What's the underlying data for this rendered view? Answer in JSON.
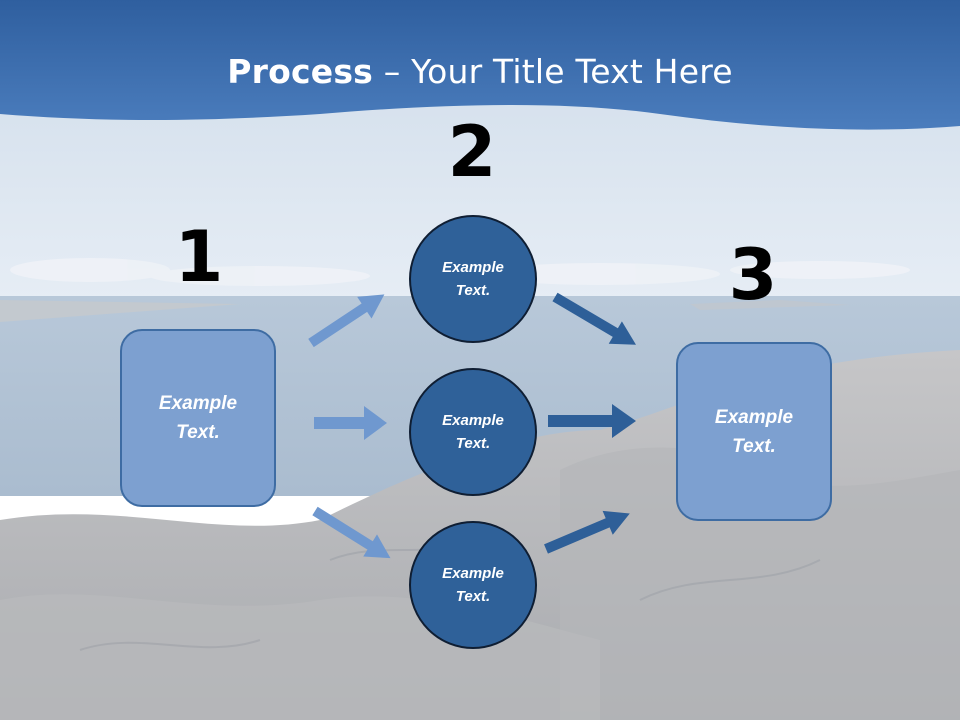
{
  "slide": {
    "title_bold": "Process",
    "title_rest": " – Your Title Text Here"
  },
  "steps": {
    "num1": "1",
    "num2": "2",
    "num3": "3"
  },
  "nodes": {
    "left_box": {
      "line1": "Example",
      "line2": "Text."
    },
    "circle_top": {
      "line1": "Example",
      "line2": "Text."
    },
    "circle_mid": {
      "line1": "Example",
      "line2": "Text."
    },
    "circle_bottom": {
      "line1": "Example",
      "line2": "Text."
    },
    "right_box": {
      "line1": "Example",
      "line2": "Text."
    }
  },
  "colors": {
    "banner": "#3d6eaf",
    "box_fill": "#7da0d0",
    "circle_fill": "#2f6199",
    "arrow_light": "#6f98cf",
    "arrow_dark": "#2e5f98"
  }
}
